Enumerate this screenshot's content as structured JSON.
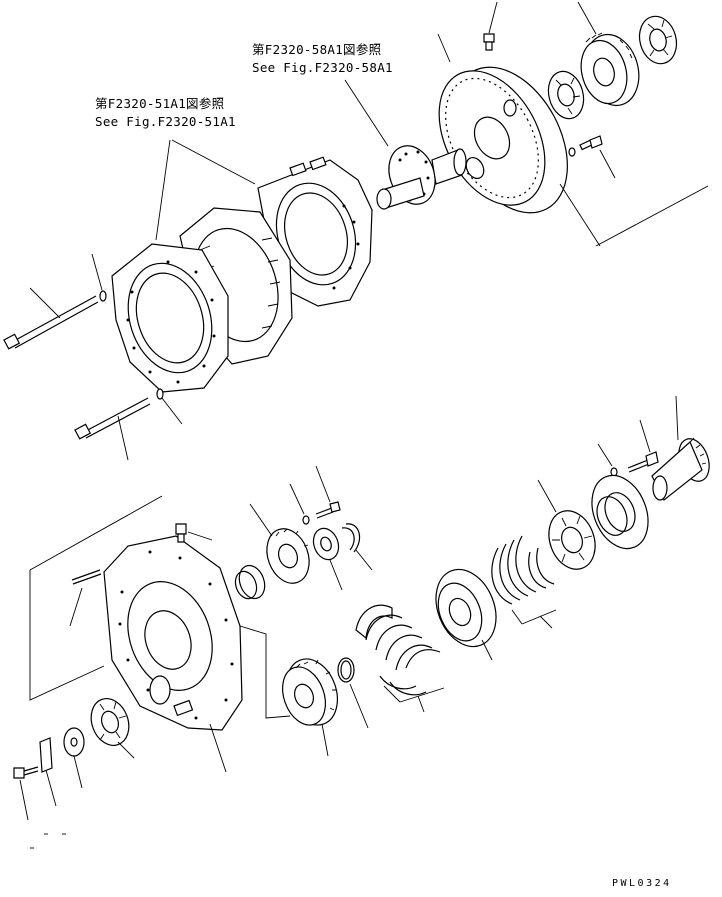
{
  "diagram": {
    "type": "exploded-parts-diagram",
    "references": [
      {
        "id": "ref-58",
        "label_jp": "第F2320-58A1図参照",
        "label_en": "See Fig.F2320-58A1"
      },
      {
        "id": "ref-51",
        "label_jp": "第F2320-51A1図参照",
        "label_en": "See Fig.F2320-51A1"
      }
    ],
    "drawing_code": "PWL0324"
  }
}
